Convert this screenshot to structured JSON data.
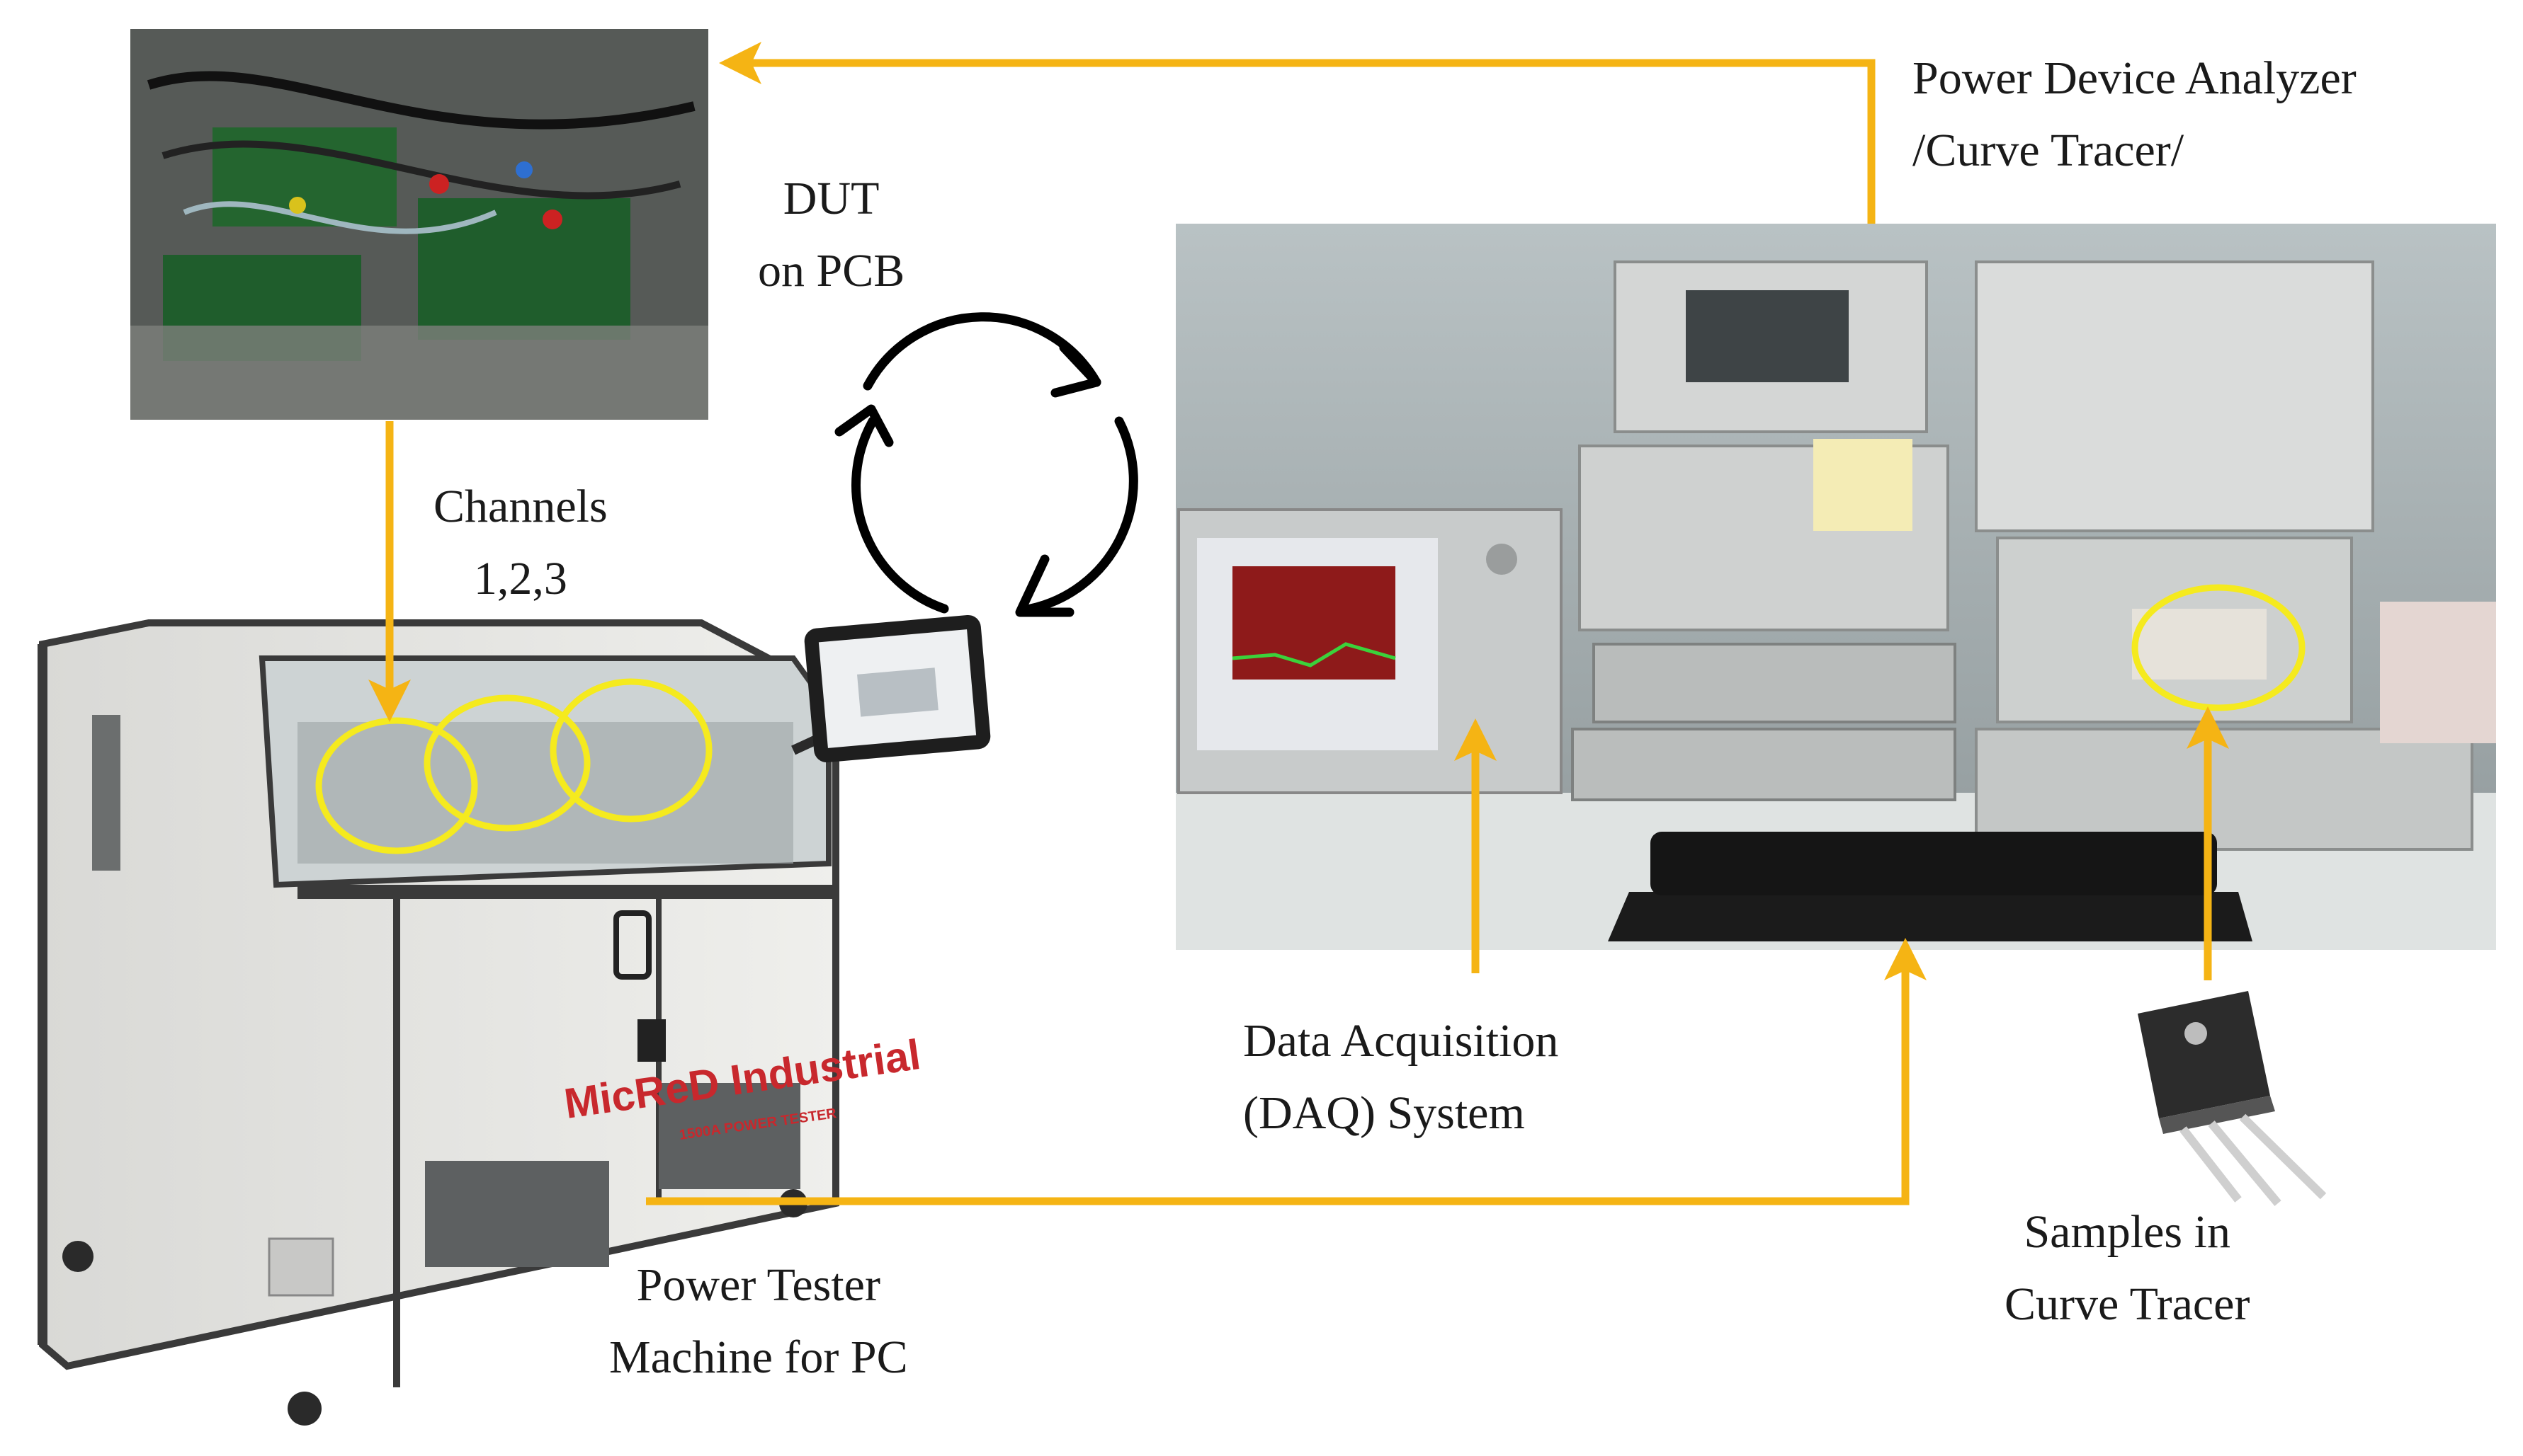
{
  "labels": {
    "analyzer": "Power Device Analyzer\n/Curve Tracer/",
    "dut": "DUT\non PCB",
    "channels": "Channels\n1,2,3",
    "daq": "Data Acquisition\n(DAQ) System",
    "samples": "Samples in\nCurve Tracer",
    "tester": "Power Tester\nMachine for PC",
    "brand": "MicReD Industrial",
    "brand_sub": "1500A POWER TESTER"
  },
  "colors": {
    "arrow": "#f5b414",
    "circle": "#f5ea1e",
    "cycle": "#000000"
  }
}
